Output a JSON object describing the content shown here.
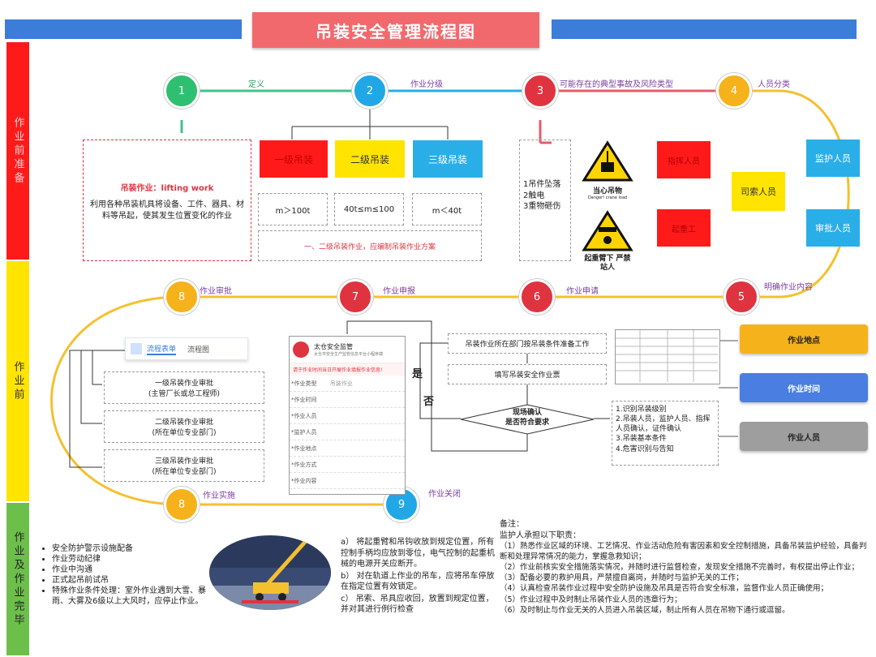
{
  "title": "吊装安全管理流程图",
  "colors": {
    "blue": "#3b7dd8",
    "red": "#ff1a1a",
    "yellow": "#ffe400",
    "green": "#6dbf4b",
    "orange": "#f5b21a"
  },
  "phases": [
    {
      "label": "作业前准备"
    },
    {
      "label": "作业前"
    },
    {
      "label": "作业及作业完毕"
    }
  ],
  "nodes": [
    {
      "num": "1",
      "label": "定义"
    },
    {
      "num": "2",
      "label": "作业分级"
    },
    {
      "num": "3",
      "label": "可能存在的典型事故及风险类型"
    },
    {
      "num": "4",
      "label": "人员分类"
    },
    {
      "num": "5",
      "label": "明确作业内容"
    },
    {
      "num": "6",
      "label": "作业申请"
    },
    {
      "num": "7",
      "label": "作业申报"
    },
    {
      "num": "8",
      "label": "作业审批"
    },
    {
      "num": "8",
      "label": "作业实施"
    },
    {
      "num": "9",
      "label": "作业关闭"
    }
  ],
  "definition": {
    "term": "吊装作业：lifting work",
    "text": "利用各种吊装机具将设备、工件、器具、材料等吊起，使其发生位置变化的作业"
  },
  "levels": [
    {
      "name": "一级吊装",
      "cond": "m＞100t",
      "color": "#ff1a1a"
    },
    {
      "name": "二级吊装",
      "cond": "40t≤m≤100",
      "color": "#ffe400"
    },
    {
      "name": "三级吊装",
      "cond": "m＜40t",
      "color": "#29aee8"
    }
  ],
  "level_note": "一、二级吊装作业，应编制吊装作业方案",
  "risks": [
    "1吊件坠落",
    "2触电",
    "3重物砸伤"
  ],
  "signs": [
    {
      "title": "当心吊物",
      "sub": "Danger! crane load"
    },
    {
      "title": "起重臂下 严禁站人",
      "sub": ""
    }
  ],
  "people": {
    "red1": "指挥人员",
    "red2": "起重工",
    "sizuo": "司索人员",
    "jianhu": "监护人员",
    "shenpi": "审批人员"
  },
  "side_buttons": [
    {
      "label": "作业地点",
      "color": "#f5b21a",
      "text": "#222"
    },
    {
      "label": "作业时间",
      "color": "#4a7ee0",
      "text": "#fff"
    },
    {
      "label": "作业人员",
      "color": "#9e9e9e",
      "text": "#222"
    }
  ],
  "flow": {
    "step1": "吊装作业所在部门按吊装条件准备工作",
    "step2": "填写吊装安全作业票",
    "decision": [
      "现场确认",
      "是否符合要求"
    ],
    "yes": "是",
    "no": "否",
    "checks": [
      "1.识别吊装级别",
      "2.吊装人员，监护人员、指挥人员确认，证件确认",
      "3.吊装基本条件",
      "4.危害识别与告知"
    ]
  },
  "app": {
    "name": "太仓安全监管",
    "sub": "太仓市安全生产监管信息平台小程序端",
    "notice": "请于作业时间当日开展作业填报作业信息!",
    "fields": [
      "*作业类型",
      "*作业时间",
      "*作业人员",
      "*监护人员",
      "*作业地点",
      "*作业方式",
      "*作业内容"
    ],
    "placeholder": "吊装作业"
  },
  "approval": {
    "tabs": [
      "流程表单",
      "流程图"
    ],
    "items": [
      {
        "title": "一级吊装作业审批",
        "sub": "(主管厂长或总工程师)"
      },
      {
        "title": "二级吊装作业审批",
        "sub": "(所在单位专业部门)"
      },
      {
        "title": "三级吊装作业审批",
        "sub": "(所在单位专业部门)"
      }
    ]
  },
  "impl_list": [
    "安全防护警示设施配备",
    "作业劳动纪律",
    "作业中沟通",
    "正式起吊前试吊",
    "特殊作业条件处理：室外作业遇到大雪、暴雨、大雾及6级以上大风时，应停止作业。"
  ],
  "close_text": [
    "a） 将起重臂和吊钩收放到规定位置，所有控制手柄均应放到零位，电气控制的起重机械的电源开关应断开。",
    "b） 对在轨道上作业的吊车，应将吊车停放在指定位置有效锁定。",
    "c） 吊索、吊具应收回，放置到规定位置，并对其进行例行检查"
  ],
  "notes": {
    "head": "备注：",
    "sub": "监护人承担以下职责：",
    "items": [
      "（1）熟悉作业区域的环境、工艺情况、作业活动危险有害因素和安全控制措施，具备吊装监护经验，具备判断和处理异常情况的能力，掌握急救知识；",
      "（2）作业前核实安全措施落实情况，并随时进行监督检查，发现安全措施不完善时，有权提出停止作业；",
      "（3）配备必要的救护用具，严禁擅自离岗，并随时与监护无关的工作；",
      "（4）认真检查吊装作业过程中安全防护设施及吊具是否符合安全标准，监督作业人员正确使用；",
      "（5）作业过程中及时制止吊装作业人员的违章行为；",
      "（6）及时制止与作业无关的人员进入吊装区域，制止所有人员在吊物下通行或逗留。"
    ]
  }
}
